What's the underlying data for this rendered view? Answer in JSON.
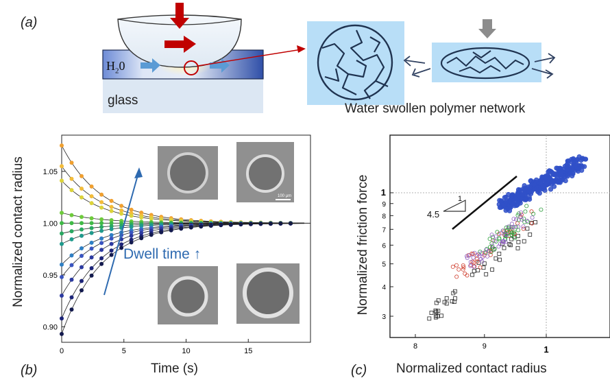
{
  "panels": {
    "a": {
      "label": "(a)",
      "medium_label": "H",
      "medium_sub": "2",
      "medium_tail": "0",
      "substrate_label": "glass",
      "network_caption": "Water swollen polymer network"
    },
    "b": {
      "label": "(b)",
      "annotation": "Dwell time ↑",
      "scale_bar_label": "100 µm"
    },
    "c": {
      "label": "(c)",
      "slope_label": "4.5",
      "slope_run": "1"
    }
  },
  "colors": {
    "accent_red": "#c00000",
    "arrow_blue": "#5b9bd5",
    "water_gradient_dark": "#2f4fa8",
    "network_blue": "#b8def7",
    "dwell_annotation": "#2e6ab0",
    "gray_arrow": "#8c8c8c"
  },
  "chart_data": [
    {
      "type": "scatter",
      "title": "",
      "xlabel": "Time (s)",
      "ylabel": "Normalized contact radius",
      "xlim": [
        0,
        20
      ],
      "ylim": [
        0.885,
        1.085
      ],
      "x_ticks": [
        "0",
        "5",
        "10",
        "15"
      ],
      "y_ticks": [
        "0.90",
        "0.95",
        "1.00",
        "1.05"
      ],
      "grid": false,
      "reference_line_y": 1.0,
      "model": "y = 1 + a * exp(-t / 3.2), fitted line per series",
      "series": [
        {
          "start": 1.075,
          "color": "#f0a030"
        },
        {
          "start": 1.055,
          "color": "#f3bc3a"
        },
        {
          "start": 1.041,
          "color": "#dcd33a"
        },
        {
          "start": 1.01,
          "color": "#6ecb3c"
        },
        {
          "start": 1.0,
          "color": "#3fba46"
        },
        {
          "start": 0.99,
          "color": "#2aa862"
        },
        {
          "start": 0.98,
          "color": "#1f9a8c"
        },
        {
          "start": 0.96,
          "color": "#2f7fc4"
        },
        {
          "start": 0.948,
          "color": "#3a55c0"
        },
        {
          "start": 0.93,
          "color": "#2c3aa0"
        },
        {
          "start": 0.908,
          "color": "#1c2478"
        },
        {
          "start": 0.893,
          "color": "#131a4e"
        }
      ]
    },
    {
      "type": "scatter",
      "title": "",
      "xlabel": "Normalized contact radius",
      "ylabel": "Normalized friction force",
      "scale": "log-log",
      "x_ticks": [
        "8",
        "9",
        "1"
      ],
      "y_ticks": [
        "3",
        "4",
        "5",
        "6",
        "7",
        "8",
        "9",
        "1"
      ],
      "grid": false,
      "reference_lines": {
        "x": 1,
        "y": 1
      },
      "slope_indicator": 4.5,
      "series": [
        {
          "name": "",
          "color": "#3050c8",
          "marker": "o",
          "x_range": [
            0.93,
            1.06
          ],
          "y_range": [
            0.88,
            1.35
          ]
        },
        {
          "name": "",
          "color": "#222222",
          "marker": "s",
          "x_range": [
            0.82,
            0.98
          ],
          "y_range": [
            0.3,
            0.75
          ]
        },
        {
          "name": "",
          "color": "#d04030",
          "marker": "o",
          "x_range": [
            0.86,
            0.97
          ],
          "y_range": [
            0.45,
            0.8
          ]
        },
        {
          "name": "",
          "color": "#30a040",
          "marker": "o",
          "x_range": [
            0.9,
            0.98
          ],
          "y_range": [
            0.55,
            0.85
          ]
        },
        {
          "name": "",
          "color": "#9060c0",
          "marker": "o",
          "x_range": [
            0.88,
            0.97
          ],
          "y_range": [
            0.5,
            0.82
          ]
        }
      ]
    }
  ]
}
